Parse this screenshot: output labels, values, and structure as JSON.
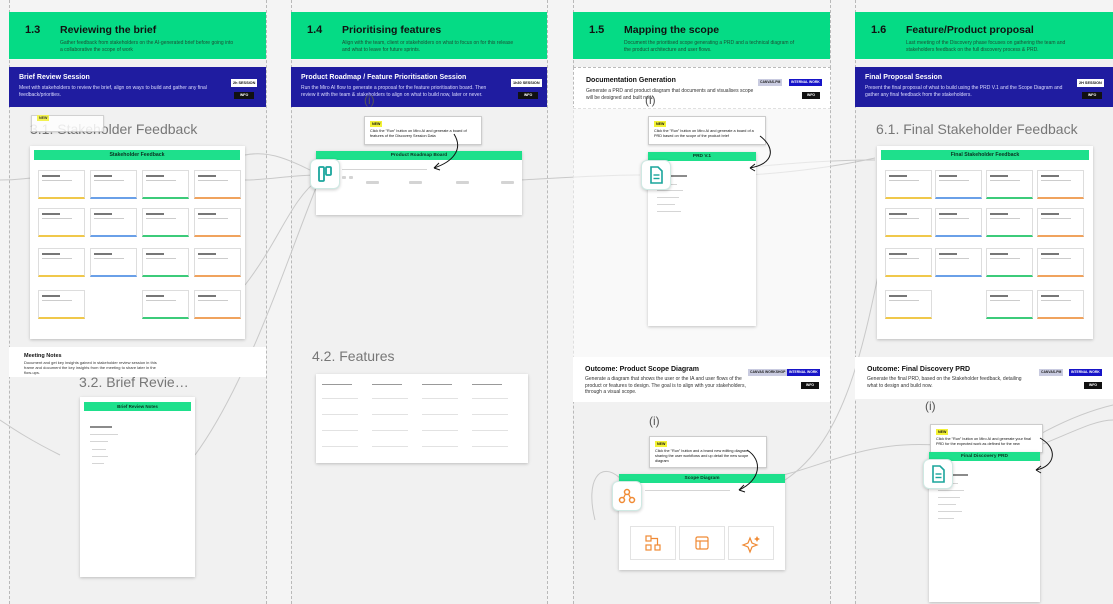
{
  "phases": [
    {
      "number": "1.3",
      "title": "Reviewing the brief",
      "description": "Gather feedback from stakeholders on the AI-generated brief before going into a collaborative the scope of work"
    },
    {
      "number": "1.4",
      "title": "Prioritising features",
      "description": "Align with the team, client or stakeholders on what to focus on for this release and what to leave for future sprints."
    },
    {
      "number": "1.5",
      "title": "Mapping the scope",
      "description": "Document the prioritised scope generating a PRD and a technical diagram of the product architecture and user flows."
    },
    {
      "number": "1.6",
      "title": "Feature/Product proposal",
      "description": "Last meeting of the Discovery phase focuses on gathering the team and stakeholders feedback on the full discovery process & PRD."
    }
  ],
  "sessions": [
    {
      "title": "Brief Review Session",
      "description": "Meet with stakeholders to review the brief, align on ways to build and gather any final feedback/priorities.",
      "tag": "2h SESSION",
      "button": "INFO"
    },
    {
      "title": "Product Roadmap / Feature Prioritisation Session",
      "description": "Run the Miro AI flow to generate a proposal for the feature prioritisation board. Then review it with the team & stakeholders to align on what to build now, later or never.",
      "tag": "1h30 SESSION",
      "button": "INFO"
    },
    {
      "title": "Final Proposal Session",
      "description": "Present the final proposal of what to build using the PRD V.1 and the Scope Diagram and gather any final feedback from the stakeholders.",
      "tag": "2H SESSION",
      "button": "INFO"
    }
  ],
  "documentation": {
    "title": "Documentation Generation",
    "description": "Generate a PRD and product diagram that documents and visualises scope will be designed and built now.",
    "badges": [
      "CANVAS-PM",
      "INTERNAL WORK"
    ],
    "button": "INFO"
  },
  "frames": {
    "stakeholder_feedback": "3.1. Stakeholder Feedback",
    "final_stakeholder_feedback": "6.1. Final Stakeholder Feedback",
    "brief_review": "3.2. Brief Revie…",
    "features": "4.2. Features"
  },
  "boards": {
    "stakeholder_feedback": "Stakeholder Feedback",
    "final_stakeholder_feedback": "Final Stakeholder Feedback",
    "brief_review_notes": "Brief Review Notes",
    "product_roadmap": "Product Roadmap Board",
    "prd": "PRD V.1",
    "scope_diagram": "Scope Diagram",
    "final_prd": "Final Discovery PRD"
  },
  "meeting_notes": {
    "title": "Meeting Notes",
    "description": "Document and get key insights gained in stakeholder review session in this frame and document the key insights from the meeting to share later in the flow-ups."
  },
  "outcomes": [
    {
      "title": "Outcome: Product Scope Diagram",
      "description": "Generate a diagram that shows the user or the IA and user flows of the product or features to design. The goal is to align with your stakeholders, through a visual scope.",
      "badges": [
        "CANVAS WORKSHOP",
        "INTERNAL WORK"
      ],
      "button": "INFO"
    },
    {
      "title": "Outcome: Final Discovery PRD",
      "description": "Generate the final PRD, based on the Stakeholder feedback, detailing what to design and build now.",
      "badges": [
        "CANVAS-PM",
        "INTERNAL WORK"
      ],
      "button": "INFO"
    }
  ],
  "tips": {
    "new_label": "NEW",
    "roadmap": "Click the \"Run\" button on Miro AI and generate a board of features of the Discovery Session Data",
    "prd": "Click the \"Run\" button on Miro AI and generate a board of a PRD based on the scope of the product brief",
    "scope": "Click the \"Run\" button and a brand new editing diagram sharing the user workflows and up detail the new scope diagram",
    "final_prd": "Click the \"Run\" button on Miro AI and generate your final PRD for the expected work as defined for the new"
  },
  "info_marker": "(i)",
  "colors": {
    "phase": "#05db85",
    "session": "#1f1ca0",
    "board_header": "#1ee08c",
    "teal_icon": "#1aa59c",
    "orange_icon": "#f08a34"
  },
  "icons": [
    "kanban-icon",
    "document-icon",
    "diagram-icon",
    "layout-icon",
    "sparkle-icon"
  ]
}
